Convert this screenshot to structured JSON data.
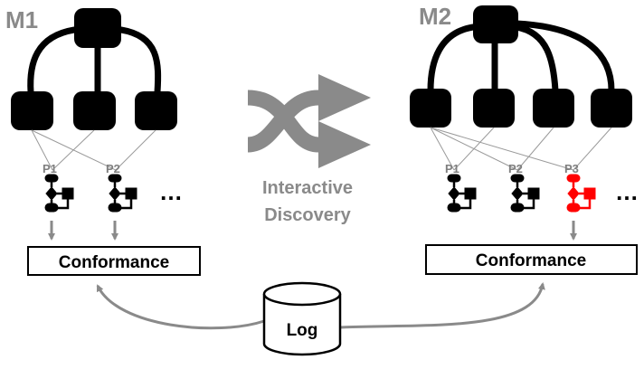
{
  "left": {
    "label": "M1",
    "fragments": [
      "P1",
      "P2"
    ],
    "ellipsis": "…",
    "box": "Conformance"
  },
  "right": {
    "label": "M2",
    "fragments": [
      "P1",
      "P2",
      "P3"
    ],
    "ellipsis": "…",
    "box": "Conformance"
  },
  "center": {
    "line1": "Interactive",
    "line2": "Discovery",
    "icon": "shuffle-icon"
  },
  "log": {
    "label": "Log"
  },
  "colors": {
    "node": "#000000",
    "highlight": "#ff0000",
    "arrow": "#8a8a8a",
    "thin_line": "#9a9a9a",
    "label_gray": "#8a8a8a"
  }
}
